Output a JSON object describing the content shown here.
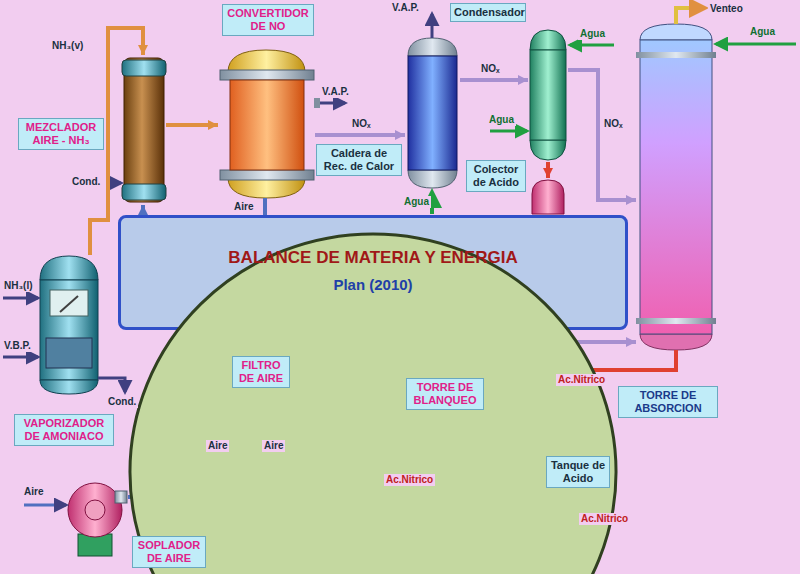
{
  "diagram": {
    "nodes": [
      {
        "text": [
          "MEZCLADOR AIRE - NH₃"
        ]
      },
      {
        "text": [
          "CONVERTIDOR DE NO"
        ]
      },
      {
        "text": [
          "Caldera de Rec. de Calor"
        ]
      },
      {
        "text": [
          "Condensador"
        ]
      },
      {
        "text": [
          "Colector de Acido"
        ]
      },
      {
        "text": [
          "TORRE DE ABSORCION"
        ]
      },
      {
        "text": [
          "BALANCE DE MATERIA Y ENERGIA",
          "Plan (2010)"
        ]
      },
      {
        "text": [
          "VAPORIZADOR DE AMONIACO"
        ]
      },
      {
        "text": [
          "FILTRO DE AIRE"
        ]
      },
      {
        "text": [
          "TORRE DE BLANQUEO"
        ]
      },
      {
        "text": [
          "Tanque de Acido"
        ]
      },
      {
        "text": [
          "SOPLADOR DE AIRE"
        ]
      }
    ],
    "edges": [
      {
        "from": 7,
        "to": 0,
        "arrow": "to",
        "label": "NH₃(v)"
      },
      {
        "from": 0,
        "to": 1,
        "arrow": "to"
      },
      {
        "from": 1,
        "to": 2,
        "arrow": "to",
        "label": "NOₓ"
      },
      {
        "from": 2,
        "to": 3,
        "arrow": "to",
        "label": "NOₓ"
      },
      {
        "from": 3,
        "to": 4,
        "arrow": "to"
      },
      {
        "from": 3,
        "to": 5,
        "arrow": "to",
        "label": "NOₓ"
      },
      {
        "from": 11,
        "to": 8,
        "arrow": "to",
        "label": "Aire"
      },
      {
        "from": 11,
        "to": 9,
        "arrow": "to",
        "label": "Aire"
      },
      {
        "from": 8,
        "to": 0,
        "arrow": "to"
      },
      {
        "from": 9,
        "to": 5,
        "arrow": "to"
      },
      {
        "from": 5,
        "to": 9,
        "arrow": "to",
        "label": "Ac.Nitrico"
      },
      {
        "from": 9,
        "to": 10,
        "arrow": "to",
        "label": "Ac.Nitrico"
      }
    ],
    "labels": [
      "V.A.P.",
      "Cond.",
      "Aire",
      "V.A.P.",
      "Agua",
      "Agua",
      "Agua",
      "Venteo",
      "Agua",
      "NH₃(l)",
      "V.B.P.",
      "Cond.",
      "Aire",
      "Ac.Nitrico"
    ]
  }
}
